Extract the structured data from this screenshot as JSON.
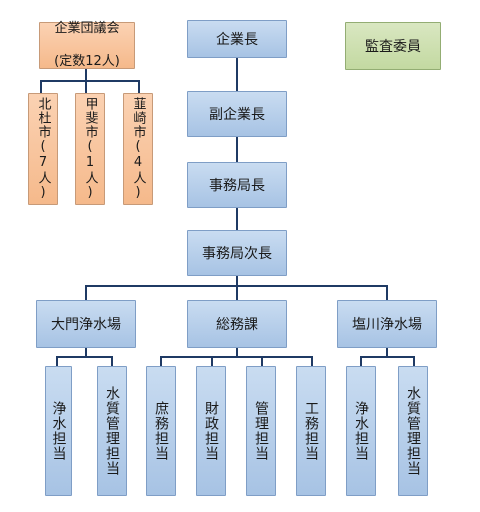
{
  "assembly": {
    "title": "企業団議会",
    "quota": "(定数12人)",
    "members": [
      {
        "city": "北杜市",
        "count": "(7人)"
      },
      {
        "city": "甲斐市",
        "count": "(1人)"
      },
      {
        "city": "韮崎市",
        "count": "(4人)"
      }
    ]
  },
  "executive": {
    "head": "企業長",
    "deputy": "副企業長",
    "secretary_general": "事務局長",
    "deputy_secretary": "事務局次長"
  },
  "auditor": "監査委員",
  "divisions": [
    {
      "name": "大門浄水場",
      "units": [
        "浄水担当",
        "水質管理担当"
      ]
    },
    {
      "name": "総務課",
      "units": [
        "庶務担当",
        "財政担当",
        "管理担当",
        "工務担当"
      ]
    },
    {
      "name": "塩川浄水場",
      "units": [
        "浄水担当",
        "水質管理担当"
      ]
    }
  ],
  "colors": {
    "line": "#1f3a64",
    "blue_box": "#b7cfea",
    "orange_box": "#f8c49c",
    "green_box": "#cfe0b2"
  }
}
